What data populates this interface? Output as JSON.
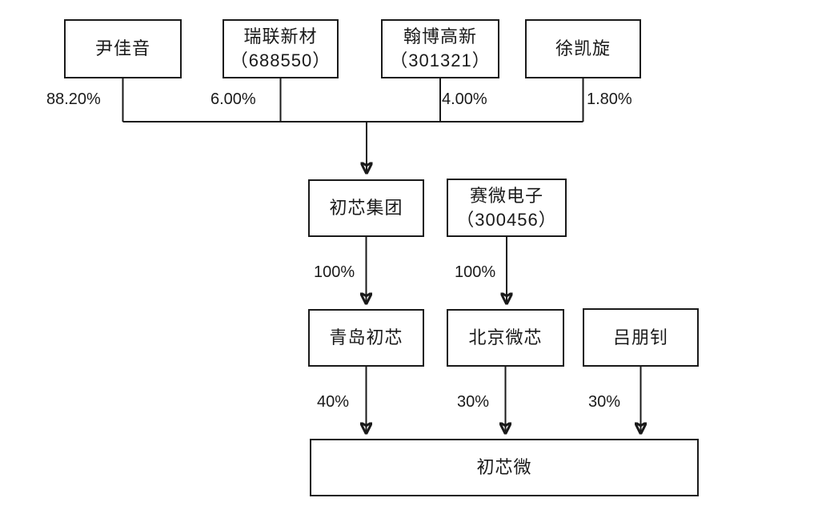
{
  "diagram": {
    "type": "equity-structure-flowchart",
    "nodes": {
      "yin_jiayin": {
        "name": "尹佳音"
      },
      "ruilian_xincai": {
        "name": "瑞联新材",
        "code": "（688550）"
      },
      "hanbo_gaoxin": {
        "name": "翰博高新",
        "code": "（301321）"
      },
      "xu_kaixuan": {
        "name": "徐凯旋"
      },
      "chuxin_jituan": {
        "name": "初芯集团"
      },
      "saiwei_dianzi": {
        "name": "赛微电子",
        "code": "（300456）"
      },
      "qingdao_chuxin": {
        "name": "青岛初芯"
      },
      "beijing_weixin": {
        "name": "北京微芯"
      },
      "lyu_pengzhao": {
        "name": "吕朋钊"
      },
      "chuxinwei": {
        "name": "初芯微"
      }
    },
    "edge_labels": {
      "yin_jiayin_pct": "88.20%",
      "ruilian_pct": "6.00%",
      "hanbo_pct": "4.00%",
      "xu_kaixuan_pct": "1.80%",
      "chuxin_jituan_pct": "100%",
      "saiwei_pct": "100%",
      "qingdao_pct": "40%",
      "beijing_pct": "30%",
      "lyu_pct": "30%"
    },
    "colors": {
      "line": "#1a1a1a",
      "box_border": "#1a1a1a",
      "box_fill": "#ffffff",
      "text": "#1a1a1a",
      "background": "#ffffff"
    }
  }
}
